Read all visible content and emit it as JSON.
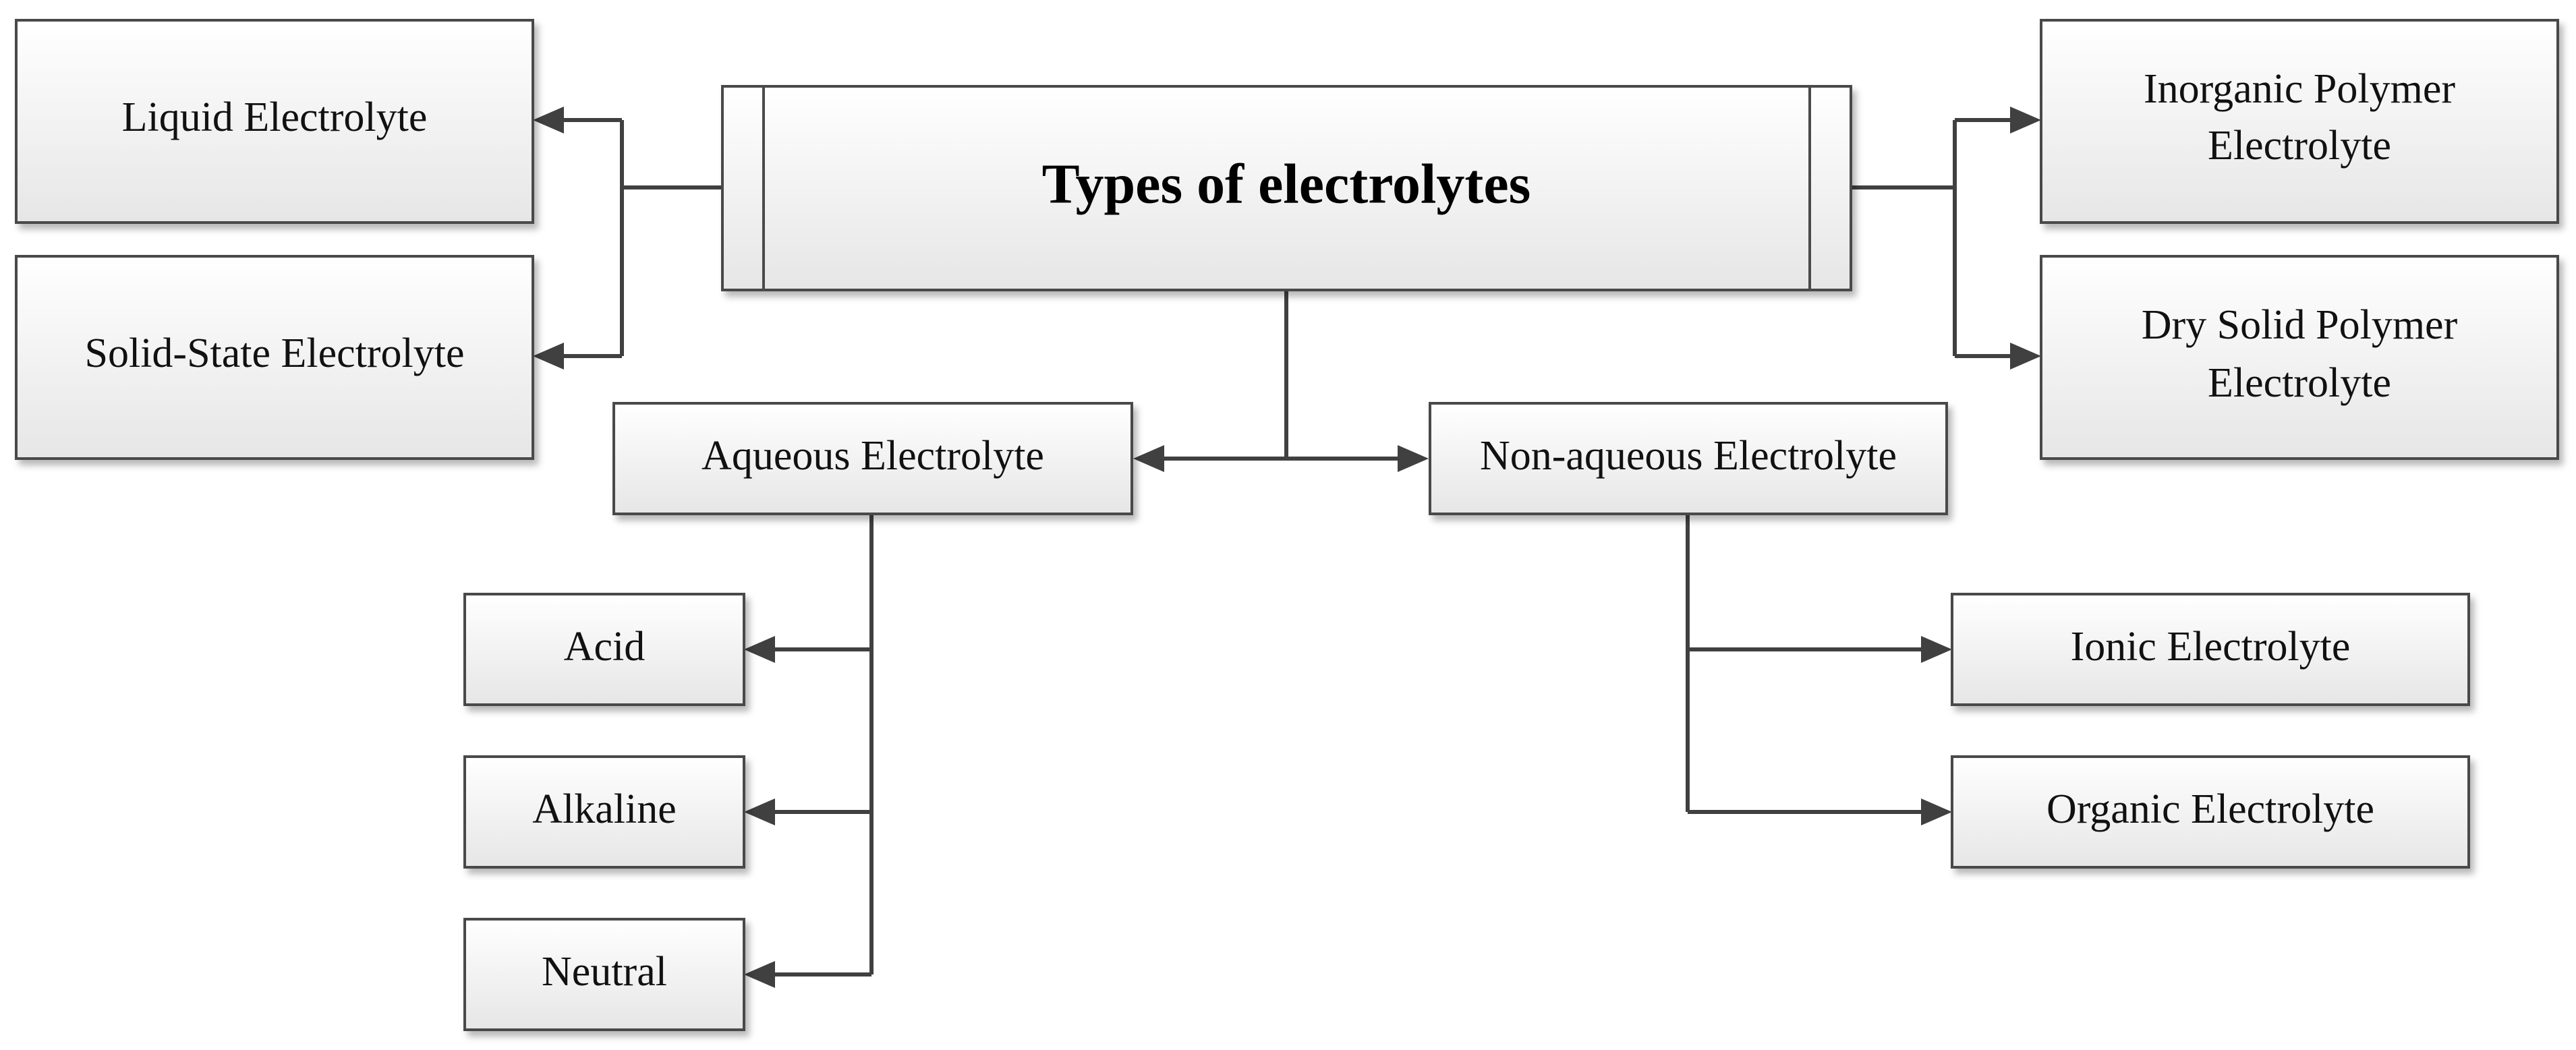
{
  "diagram": {
    "root": {
      "label": "Types of electrolytes"
    },
    "left_branches": {
      "liquid": {
        "label": "Liquid Electrolyte"
      },
      "solid_state": {
        "label": "Solid-State Electrolyte"
      }
    },
    "right_branches": {
      "inorganic_polymer": {
        "line1": "Inorganic Polymer",
        "line2": "Electrolyte"
      },
      "dry_solid_polymer": {
        "line1": "Dry Solid Polymer",
        "line2": "Electrolyte"
      }
    },
    "aqueous": {
      "label": "Aqueous Electrolyte",
      "children": {
        "acid": {
          "label": "Acid"
        },
        "alkaline": {
          "label": "Alkaline"
        },
        "neutral": {
          "label": "Neutral"
        }
      }
    },
    "non_aqueous": {
      "label": "Non-aqueous Electrolyte",
      "children": {
        "ionic": {
          "label": "Ionic Electrolyte"
        },
        "organic": {
          "label": "Organic Electrolyte"
        }
      }
    }
  },
  "style": {
    "box_fill_top": "#ffffff",
    "box_fill_bottom": "#e6e6e6",
    "line_color": "#404040",
    "border_color": "#4a4a4a"
  }
}
